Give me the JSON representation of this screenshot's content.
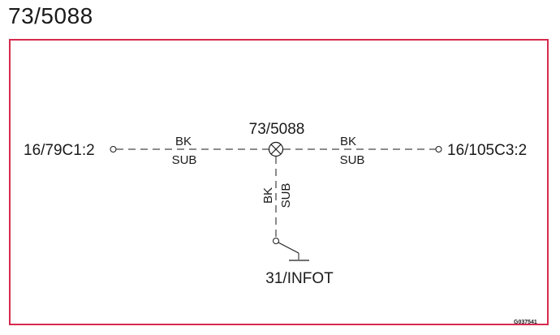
{
  "title": "73/5088",
  "diagram": {
    "center_node": "73/5088",
    "left_connector": "16/79C1:2",
    "right_connector": "16/105C3:2",
    "ground": "31/INFOT",
    "wires": {
      "left": {
        "color": "BK",
        "type": "SUB"
      },
      "right": {
        "color": "BK",
        "type": "SUB"
      },
      "down": {
        "color": "BK",
        "type": "SUB"
      }
    },
    "ref_code": "G037541"
  }
}
